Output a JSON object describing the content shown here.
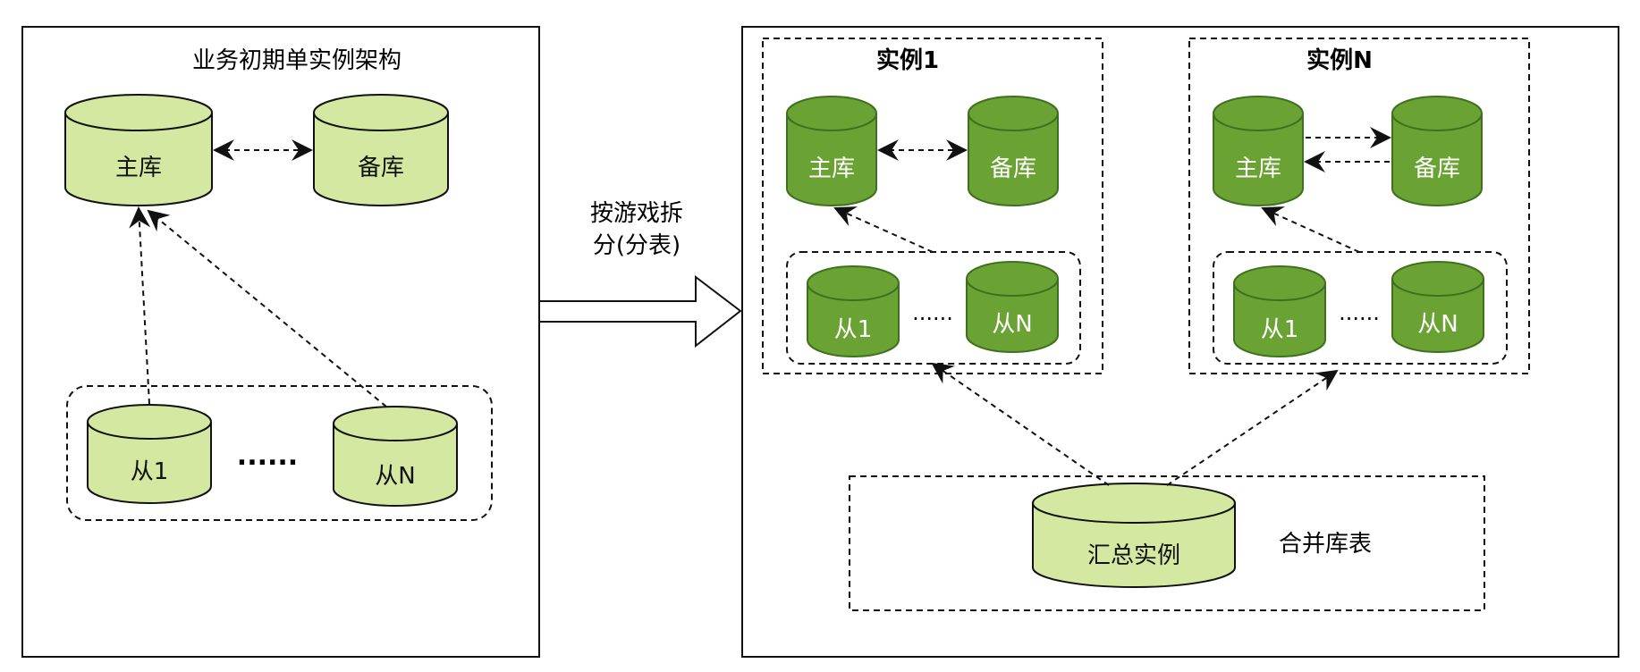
{
  "left_panel": {
    "title": "业务初期单实例架构",
    "master": "主库",
    "standby": "备库",
    "slave_first": "从1",
    "slave_last": "从N",
    "dots": "......"
  },
  "split_arrow": {
    "line1": "按游戏拆",
    "line2": "分(分表)"
  },
  "right_panel": {
    "instances": [
      {
        "title": "实例1",
        "master": "主库",
        "standby": "备库",
        "slave_first": "从1",
        "slave_last": "从N",
        "dots": "......"
      },
      {
        "title": "实例N",
        "master": "主库",
        "standby": "备库",
        "slave_first": "从1",
        "slave_last": "从N",
        "dots": "......"
      }
    ],
    "summary": {
      "name": "汇总实例",
      "caption": "合并库表"
    }
  },
  "colors": {
    "light_db_fill": "#d5e8a1",
    "dark_db_fill": "#6aa334",
    "dark_db_stroke": "#3f7020",
    "line": "#111111"
  }
}
